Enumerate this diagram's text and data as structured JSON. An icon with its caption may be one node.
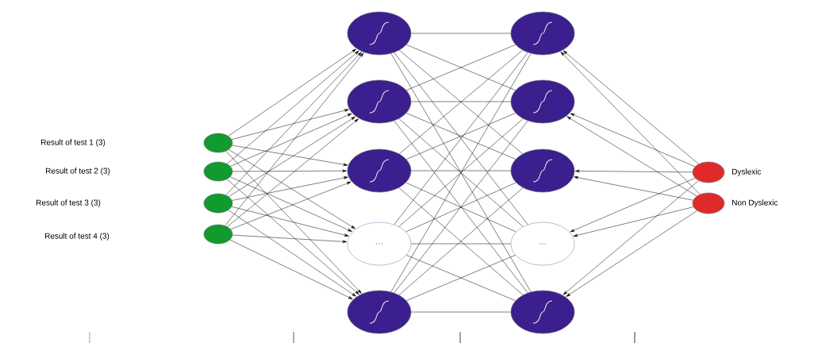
{
  "diagram": {
    "nodes": [
      {
        "text": [],
        "shape": "circle"
      },
      {
        "text": [],
        "shape": "circle"
      },
      {
        "text": [],
        "shape": "circle"
      },
      {
        "text": [],
        "shape": "circle"
      },
      {
        "text": [],
        "shape": "circle"
      },
      {
        "text": [],
        "shape": "circle"
      },
      {
        "text": [],
        "shape": "circle"
      },
      {
        "text": [
          "..."
        ]
      },
      {
        "text": [],
        "shape": "circle"
      },
      {
        "text": [],
        "shape": "circle"
      },
      {
        "text": [],
        "shape": "circle"
      },
      {
        "text": [],
        "shape": "circle"
      },
      {
        "text": [
          "..."
        ]
      },
      {
        "text": [],
        "shape": "circle"
      },
      {
        "text": [],
        "shape": "circle",
        "beside": [
          "Dyslexic"
        ]
      },
      {
        "text": [],
        "shape": "circle",
        "beside": [
          "Non Dyslexic"
        ]
      }
    ],
    "edges": [
      {
        "from": 0,
        "to": 4,
        "arrow": "to"
      },
      {
        "from": 0,
        "to": 5,
        "arrow": "to"
      },
      {
        "from": 0,
        "to": 6,
        "arrow": "to"
      },
      {
        "from": 0,
        "to": 7,
        "arrow": "to"
      },
      {
        "from": 0,
        "to": 8,
        "arrow": "to"
      },
      {
        "from": 1,
        "to": 4,
        "arrow": "to"
      },
      {
        "from": 1,
        "to": 5,
        "arrow": "to"
      },
      {
        "from": 1,
        "to": 6,
        "arrow": "to"
      },
      {
        "from": 1,
        "to": 7,
        "arrow": "to"
      },
      {
        "from": 1,
        "to": 8,
        "arrow": "to"
      },
      {
        "from": 2,
        "to": 4,
        "arrow": "to"
      },
      {
        "from": 2,
        "to": 5,
        "arrow": "to"
      },
      {
        "from": 2,
        "to": 6,
        "arrow": "to"
      },
      {
        "from": 2,
        "to": 7,
        "arrow": "to"
      },
      {
        "from": 2,
        "to": 8,
        "arrow": "to"
      },
      {
        "from": 3,
        "to": 4,
        "arrow": "to"
      },
      {
        "from": 3,
        "to": 5,
        "arrow": "to"
      },
      {
        "from": 3,
        "to": 6,
        "arrow": "to"
      },
      {
        "from": 3,
        "to": 7,
        "arrow": "to"
      },
      {
        "from": 3,
        "to": 8,
        "arrow": "to"
      },
      {
        "from": 4,
        "to": 9,
        "arrow": "none"
      },
      {
        "from": 4,
        "to": 10,
        "arrow": "none"
      },
      {
        "from": 4,
        "to": 11,
        "arrow": "none"
      },
      {
        "from": 4,
        "to": 12,
        "arrow": "none"
      },
      {
        "from": 4,
        "to": 13,
        "arrow": "none"
      },
      {
        "from": 5,
        "to": 9,
        "arrow": "none"
      },
      {
        "from": 5,
        "to": 10,
        "arrow": "none"
      },
      {
        "from": 5,
        "to": 11,
        "arrow": "none"
      },
      {
        "from": 5,
        "to": 12,
        "arrow": "none"
      },
      {
        "from": 5,
        "to": 13,
        "arrow": "none"
      },
      {
        "from": 6,
        "to": 9,
        "arrow": "none"
      },
      {
        "from": 6,
        "to": 10,
        "arrow": "none"
      },
      {
        "from": 6,
        "to": 11,
        "arrow": "none"
      },
      {
        "from": 6,
        "to": 12,
        "arrow": "none"
      },
      {
        "from": 6,
        "to": 13,
        "arrow": "none"
      },
      {
        "from": 7,
        "to": 9,
        "arrow": "none"
      },
      {
        "from": 7,
        "to": 10,
        "arrow": "none"
      },
      {
        "from": 7,
        "to": 11,
        "arrow": "none"
      },
      {
        "from": 7,
        "to": 12,
        "arrow": "none"
      },
      {
        "from": 7,
        "to": 13,
        "arrow": "none"
      },
      {
        "from": 8,
        "to": 9,
        "arrow": "none"
      },
      {
        "from": 8,
        "to": 10,
        "arrow": "none"
      },
      {
        "from": 8,
        "to": 11,
        "arrow": "none"
      },
      {
        "from": 8,
        "to": 12,
        "arrow": "none"
      },
      {
        "from": 8,
        "to": 13,
        "arrow": "none"
      },
      {
        "from": 14,
        "to": 9,
        "arrow": "to"
      },
      {
        "from": 14,
        "to": 10,
        "arrow": "to"
      },
      {
        "from": 14,
        "to": 11,
        "arrow": "to"
      },
      {
        "from": 14,
        "to": 12,
        "arrow": "to"
      },
      {
        "from": 14,
        "to": 13,
        "arrow": "to"
      },
      {
        "from": 15,
        "to": 9,
        "arrow": "to"
      },
      {
        "from": 15,
        "to": 10,
        "arrow": "to"
      },
      {
        "from": 15,
        "to": 11,
        "arrow": "to"
      },
      {
        "from": 15,
        "to": 12,
        "arrow": "to"
      },
      {
        "from": 15,
        "to": 13,
        "arrow": "to"
      }
    ],
    "labels": [
      "Result of test 1 (3)",
      "Result of test 2 (3)",
      "Result of test 3 (3)",
      "Result of test 4 (3)"
    ]
  }
}
